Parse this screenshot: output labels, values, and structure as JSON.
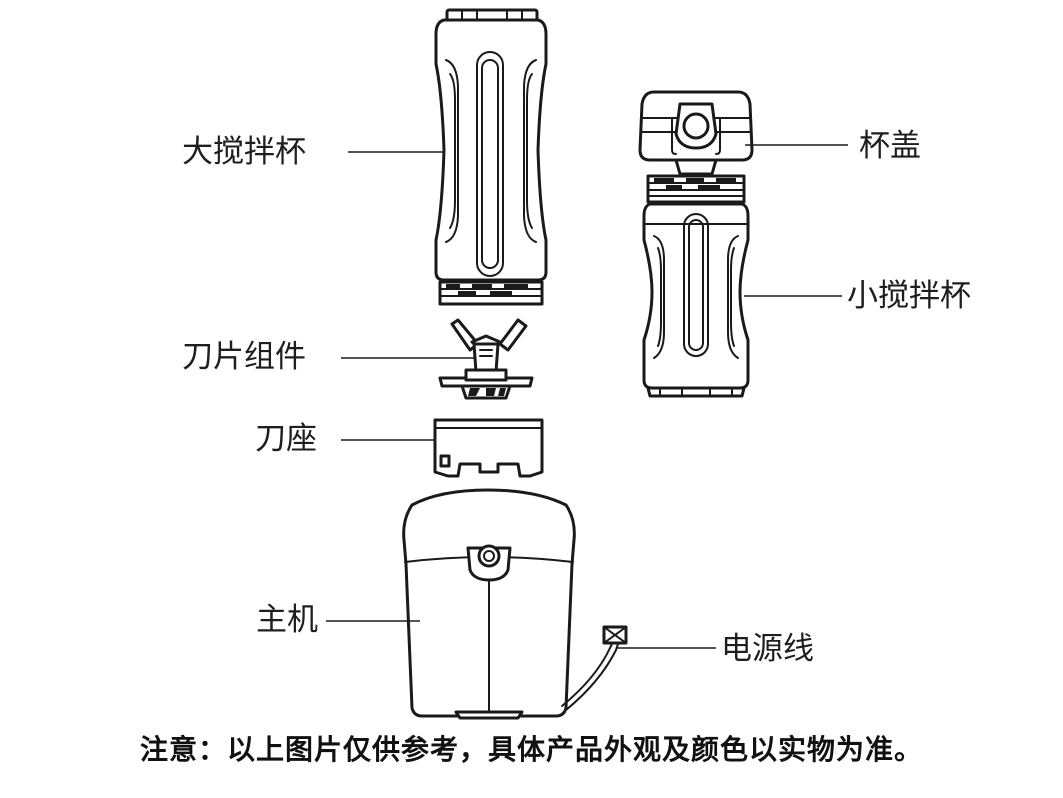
{
  "labels": {
    "large_cup": "大搅拌杯",
    "lid": "杯盖",
    "small_cup": "小搅拌杯",
    "blade_assembly": "刀片组件",
    "blade_seat": "刀座",
    "main_unit": "主机",
    "power_cord": "电源线"
  },
  "note": "注意：以上图片仅供参考，具体产品外观及颜色以实物为准。",
  "icons": [
    "large-cup-drawing",
    "blade-assembly-drawing",
    "blade-seat-drawing",
    "main-unit-drawing",
    "power-cord-drawing",
    "lid-drawing",
    "small-cup-drawing"
  ]
}
